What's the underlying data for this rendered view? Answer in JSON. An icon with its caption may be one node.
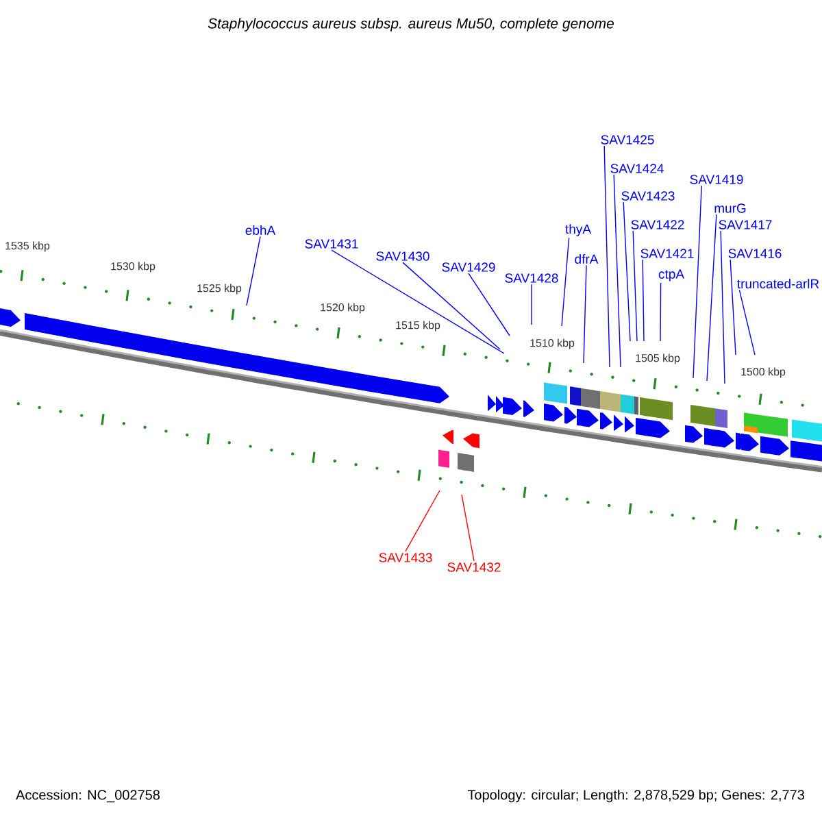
{
  "diagram": {
    "title": "Staphylococcus aureus subsp. aureus Mu50, complete genome",
    "nodes": [
      {
        "text": [
          "ebhA"
        ]
      },
      {
        "text": [
          "SAV1431"
        ]
      },
      {
        "text": [
          "SAV1430"
        ]
      },
      {
        "text": [
          "SAV1429"
        ]
      },
      {
        "text": [
          "SAV1428"
        ]
      },
      {
        "text": [
          "thyA"
        ]
      },
      {
        "text": [
          "dfrA"
        ]
      },
      {
        "text": [
          "SAV1425"
        ]
      },
      {
        "text": [
          "SAV1424"
        ]
      },
      {
        "text": [
          "SAV1423"
        ]
      },
      {
        "text": [
          "SAV1422"
        ]
      },
      {
        "text": [
          "SAV1421"
        ]
      },
      {
        "text": [
          "ctpA"
        ]
      },
      {
        "text": [
          "SAV1419"
        ]
      },
      {
        "text": [
          "murG"
        ]
      },
      {
        "text": [
          "SAV1417"
        ]
      },
      {
        "text": [
          "SAV1416"
        ]
      },
      {
        "text": [
          "truncated-arlR"
        ]
      },
      {
        "text": [
          "SAV1433"
        ]
      },
      {
        "text": [
          "SAV1432"
        ]
      }
    ],
    "edges": [
      {
        "from": 0,
        "to": null,
        "arrow": "none"
      },
      {
        "from": 1,
        "to": null,
        "arrow": "none"
      },
      {
        "from": 2,
        "to": null,
        "arrow": "none"
      },
      {
        "from": 3,
        "to": null,
        "arrow": "none"
      },
      {
        "from": 4,
        "to": null,
        "arrow": "none"
      },
      {
        "from": 5,
        "to": null,
        "arrow": "none"
      },
      {
        "from": 6,
        "to": null,
        "arrow": "none"
      },
      {
        "from": 7,
        "to": null,
        "arrow": "none"
      },
      {
        "from": 8,
        "to": null,
        "arrow": "none"
      },
      {
        "from": 9,
        "to": null,
        "arrow": "none"
      },
      {
        "from": 10,
        "to": null,
        "arrow": "none"
      },
      {
        "from": 11,
        "to": null,
        "arrow": "none"
      },
      {
        "from": 12,
        "to": null,
        "arrow": "none"
      },
      {
        "from": 13,
        "to": null,
        "arrow": "none"
      },
      {
        "from": 14,
        "to": null,
        "arrow": "none"
      },
      {
        "from": 15,
        "to": null,
        "arrow": "none"
      },
      {
        "from": 16,
        "to": null,
        "arrow": "none"
      },
      {
        "from": 17,
        "to": null,
        "arrow": "none"
      },
      {
        "from": 18,
        "to": null,
        "arrow": "none",
        "color": "#ff0000"
      },
      {
        "from": 19,
        "to": null,
        "arrow": "none",
        "color": "#ff0000"
      }
    ],
    "labels": [
      "1535 kbp",
      "1530 kbp",
      "1525 kbp",
      "1520 kbp",
      "1515 kbp",
      "1510 kbp",
      "1505 kbp",
      "1500 kbp",
      "Accession: NC_002758",
      "Topology: circular; Length: 2,878,529 bp; Genes: 2,773"
    ]
  }
}
